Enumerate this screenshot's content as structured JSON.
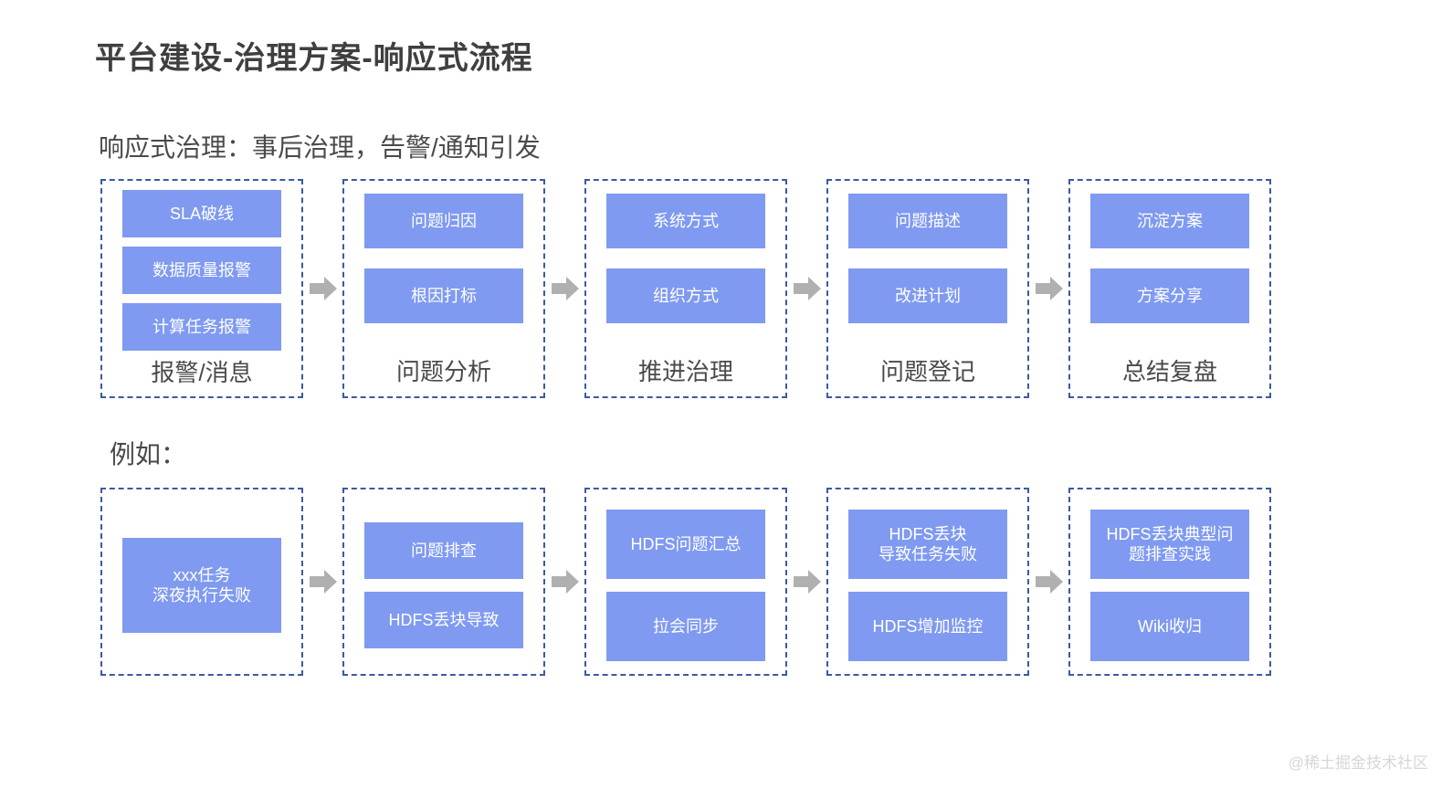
{
  "page": {
    "title": "平台建设-治理方案-响应式流程",
    "watermark": "@稀土掘金技术社区",
    "colors": {
      "box_fill": "#7f9af0",
      "box_text": "#ffffff",
      "stage_border": "#3b5aa0",
      "arrow": "#b0b0b0",
      "title_text": "#3f3f3f",
      "background": "#ffffff"
    }
  },
  "sections": [
    {
      "caption": "响应式治理：事后治理，告警/通知引发",
      "stages": [
        {
          "label": "报警/消息",
          "items": [
            "SLA破线",
            "数据质量报警",
            "计算任务报警"
          ]
        },
        {
          "label": "问题分析",
          "items": [
            "问题归因",
            "根因打标"
          ]
        },
        {
          "label": "推进治理",
          "items": [
            "系统方式",
            "组织方式"
          ]
        },
        {
          "label": "问题登记",
          "items": [
            "问题描述",
            "改进计划"
          ]
        },
        {
          "label": "总结复盘",
          "items": [
            "沉淀方案",
            "方案分享"
          ]
        }
      ]
    },
    {
      "caption": "例如：",
      "stages": [
        {
          "label": "",
          "items": [
            "xxx任务\n深夜执行失败"
          ]
        },
        {
          "label": "",
          "items": [
            "问题排查",
            "HDFS丢块导致"
          ]
        },
        {
          "label": "",
          "items": [
            "HDFS问题汇总",
            "拉会同步"
          ]
        },
        {
          "label": "",
          "items": [
            "HDFS丢块\n导致任务失败",
            "HDFS增加监控"
          ]
        },
        {
          "label": "",
          "items": [
            "HDFS丢块典型问\n题排查实践",
            "Wiki收归"
          ]
        }
      ]
    }
  ],
  "icons": {
    "arrow": "right-arrow-icon"
  }
}
